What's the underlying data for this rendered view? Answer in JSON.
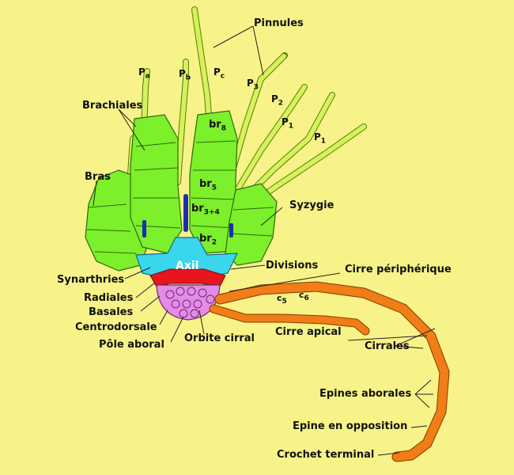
{
  "labels": {
    "pinnules": "Pinnules",
    "brachiales": "Brachiales",
    "bras": "Bras",
    "syzygie": "Syzygie",
    "divisions": "Divisions",
    "cirre_peripherique": "Cirre périphérique",
    "synarthries": "Synarthries",
    "radiales": "Radiales",
    "basales": "Basales",
    "centrodorsale": "Centrodorsale",
    "pole_aboral": "Pôle aboral",
    "orbite_cirral": "Orbite cirral",
    "cirre_apical": "Cirre apical",
    "cirrales": "Cirrales",
    "epines_aborales": "Epines aborales",
    "epine_en_opposition": "Epine en opposition",
    "crochet_terminal": "Crochet terminal"
  },
  "markers": {
    "pa": {
      "main": "P",
      "sub": "a"
    },
    "pb": {
      "main": "P",
      "sub": "b"
    },
    "pc": {
      "main": "P",
      "sub": "c"
    },
    "p3": {
      "main": "P",
      "sub": "3"
    },
    "p2": {
      "main": "P",
      "sub": "2"
    },
    "p1a": {
      "main": "P",
      "sub": "1"
    },
    "p1b": {
      "main": "P",
      "sub": "1"
    },
    "br8": {
      "main": "br",
      "sub": "8"
    },
    "br5": {
      "main": "br",
      "sub": "5"
    },
    "br34": {
      "main": "br",
      "sub": "3+4"
    },
    "br2": {
      "main": "br",
      "sub": "2"
    },
    "axil": "Axil",
    "c5": {
      "main": "c",
      "sub": "5"
    },
    "c6": {
      "main": "c",
      "sub": "6"
    }
  },
  "colors": {
    "background": "#f7f388",
    "arm_green": "#7cf02a",
    "pinnule_green": "#d6f25a",
    "axil_cyan": "#3ad6ee",
    "syzygy_blue": "#1a2fb0",
    "radiale_red": "#e8161c",
    "centrodorsal_pink": "#e48ce8",
    "cirrus_orange": "#f07d16"
  }
}
